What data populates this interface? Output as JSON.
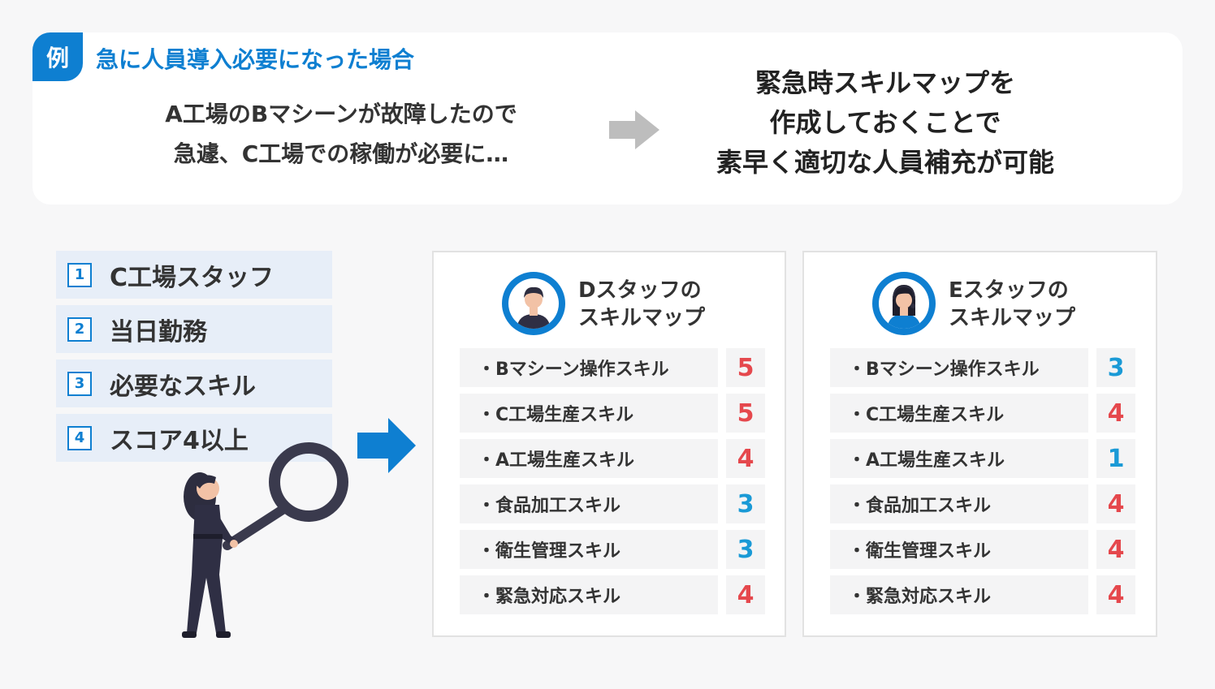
{
  "example": {
    "badge": "例",
    "title": "急に人員導入必要になった場合",
    "problem_lines": [
      "A工場のBマシーンが故障したので",
      "急遽、C工場での稼働が必要に…"
    ],
    "solution_lines": [
      "緊急時スキルマップを",
      "作成しておくことで",
      "素早く適切な人員補充が可能"
    ]
  },
  "conditions": [
    {
      "num": "1",
      "label": "C工場スタッフ"
    },
    {
      "num": "2",
      "label": "当日勤務"
    },
    {
      "num": "3",
      "label": "必要なスキル"
    },
    {
      "num": "4",
      "label": "スコア4以上"
    }
  ],
  "cards": [
    {
      "title_lines": [
        "Dスタッフの",
        "スキルマップ"
      ],
      "skills": [
        {
          "name": "・Bマシーン操作スキル",
          "score": "5"
        },
        {
          "name": "・C工場生産スキル",
          "score": "5"
        },
        {
          "name": "・A工場生産スキル",
          "score": "4"
        },
        {
          "name": "・食品加工スキル",
          "score": "3"
        },
        {
          "name": "・衛生管理スキル",
          "score": "3"
        },
        {
          "name": "・緊急対応スキル",
          "score": "4"
        }
      ]
    },
    {
      "title_lines": [
        "Eスタッフの",
        "スキルマップ"
      ],
      "skills": [
        {
          "name": "・Bマシーン操作スキル",
          "score": "3"
        },
        {
          "name": "・C工場生産スキル",
          "score": "4"
        },
        {
          "name": "・A工場生産スキル",
          "score": "1"
        },
        {
          "name": "・食品加工スキル",
          "score": "4"
        },
        {
          "name": "・衛生管理スキル",
          "score": "4"
        },
        {
          "name": "・緊急対応スキル",
          "score": "4"
        }
      ]
    }
  ],
  "colors": {
    "accent": "#0e7fd1",
    "score_high": "#e5484d",
    "score_low": "#1a9ad6"
  },
  "icons": [
    "arrow-right-icon",
    "male-avatar-icon",
    "female-avatar-icon",
    "person-with-magnifier-illustration"
  ]
}
